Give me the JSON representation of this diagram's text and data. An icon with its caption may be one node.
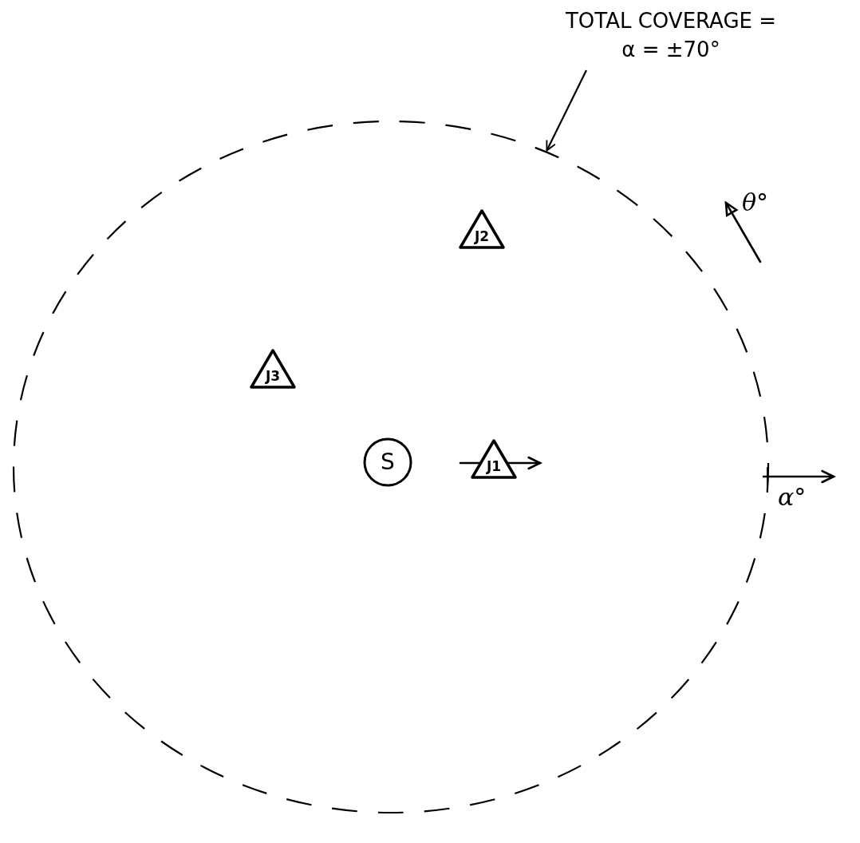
{
  "diagram": {
    "nodes": [
      {
        "text": [],
        "shape": "circle"
      },
      {
        "text": [
          "S"
        ],
        "in": 0
      },
      {
        "text": [
          "J1"
        ],
        "in": 0
      },
      {
        "text": [
          "J2"
        ],
        "in": 0
      },
      {
        "text": [
          "J3"
        ],
        "in": 0
      },
      {
        "text": [
          "TOTAL COVERAGE = α = ±70°"
        ]
      }
    ],
    "edges": [
      {
        "from": 5,
        "to": 0,
        "arrow": "to"
      }
    ],
    "labels": [
      "θ°",
      "α°"
    ]
  }
}
